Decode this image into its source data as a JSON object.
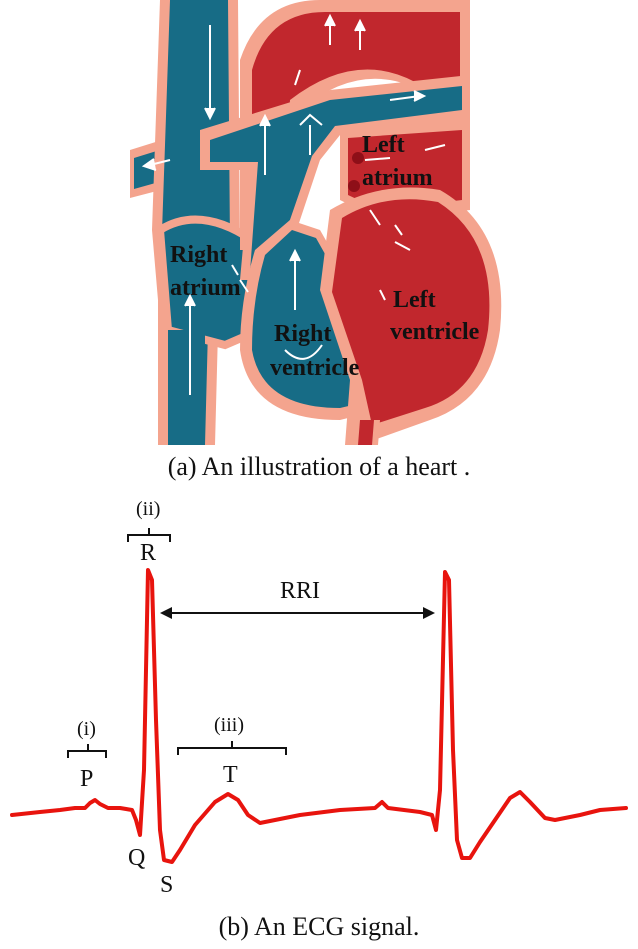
{
  "heart": {
    "colors": {
      "blue": "#176C86",
      "red": "#C1272D",
      "outline": "#F4A48E",
      "darkred": "#8E0F18",
      "arrow": "#FFFFFF"
    },
    "labels": {
      "left_atrium_1": "Left",
      "left_atrium_2": "atrium",
      "right_atrium_1": "Right",
      "right_atrium_2": "atrium",
      "left_ventricle_1": "Left",
      "left_ventricle_2": "ventricle",
      "right_ventricle_1": "Right",
      "right_ventricle_2": "ventricle"
    },
    "caption": "(a) An illustration of a heart ."
  },
  "ecg": {
    "color": "#E8140E",
    "labels": {
      "ii": "(ii)",
      "R": "R",
      "RRI": "RRI",
      "i": "(i)",
      "P": "P",
      "iii": "(iii)",
      "T": "T",
      "Q": "Q",
      "S": "S"
    },
    "caption": "(b) An ECG signal."
  }
}
